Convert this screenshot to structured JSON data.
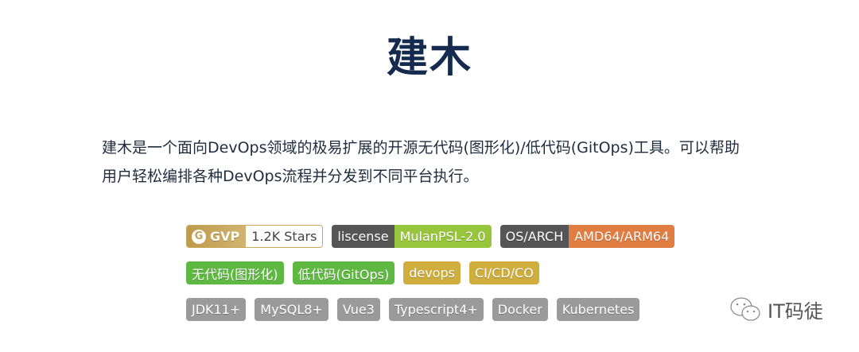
{
  "title": "建木",
  "description": {
    "line1": "建木是一个面向DevOps领域的极易扩展的开源无代码(图形化)/低代码(GitOps)工具。可以帮助",
    "line2": "用户轻松编排各种DevOps流程并分发到不同平台执行。"
  },
  "badges": {
    "row1": {
      "gvp": {
        "icon": "G",
        "label": "GVP",
        "value": "1.2K Stars"
      },
      "license": {
        "label": "liscense",
        "value": "MulanPSL-2.0",
        "color": "#97c63c"
      },
      "arch": {
        "label": "OS/ARCH",
        "value": "AMD64/ARM64",
        "color": "#e27d42"
      }
    },
    "row2": [
      "无代码(图形化)",
      "低代码(GitOps)",
      "devops",
      "CI/CD/CO"
    ],
    "row3": [
      "JDK11+",
      "MySQL8+",
      "Vue3",
      "Typescript4+",
      "Docker",
      "Kubernetes"
    ]
  },
  "watermark": {
    "icon": "wechat-icon",
    "text": "IT码徒"
  }
}
